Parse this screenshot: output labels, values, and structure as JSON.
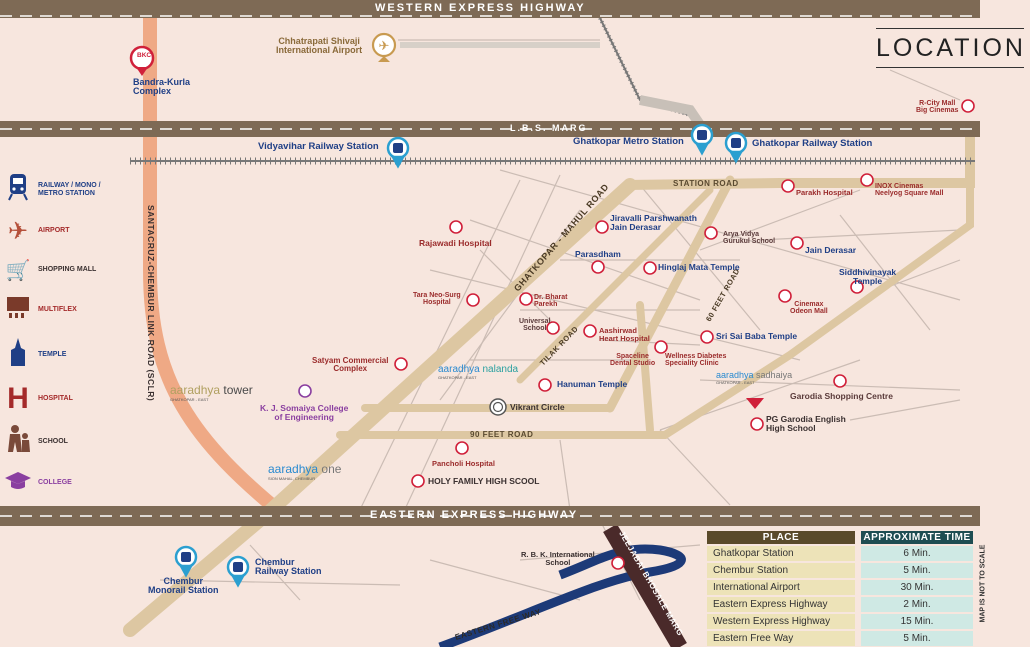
{
  "title": "LOCATION",
  "highways": {
    "western": "WESTERN EXPRESS HIGHWAY",
    "lbs": "L.B.S. MARG",
    "eastern": "EASTERN EXPRESS HIGHWAY",
    "eastern_free_way": "EASTERN FREE WAY",
    "jeejabai": "JEEJABAI BHOSALE MARG",
    "sclr": "SANTACRUZ-CHEMBUR LINK ROAD (SCLR)",
    "ghatkopar_mahul": "GHATKOPAR - MAHUL ROAD",
    "station_road": "STATION ROAD",
    "sixty_feet": "60 FEET ROAD",
    "ninety_feet": "90 FEET ROAD",
    "tilak": "TILAK ROAD"
  },
  "places": {
    "bkc_badge": "BKC",
    "bkc": "Bandra-Kurla\nComplex",
    "airport": "Chhatrapati Shivaji\nInternational Airport",
    "rcity": "R-City Mall\nBig Cinemas",
    "vidyavihar": "Vidyavihar Railway Station",
    "ghatkopar_metro": "Ghatkopar Metro Station",
    "ghatkopar_rail": "Ghatkopar Railway Station",
    "parakh": "Parakh Hospital",
    "inox": "INOX Cinemas\nNeelyog Square Mall",
    "jiravalli": "Jiravalli Parshwanath\nJain Derasar",
    "arya": "Arya Vidya\nGurukul School",
    "jain_derasar": "Jain Derasar",
    "rajawadi": "Rajawadi Hospital",
    "parasdham": "Parasdham",
    "hinglaj": "Hinglaj Mata Temple",
    "siddhivinayak": "Siddhivinayak\nTemple",
    "tara": "Tara Neo-Surg\nHospital",
    "bharat": "Dr. Bharat\nParekh",
    "universal": "Universal\nSchool",
    "cinemax": "Cinemax\nOdeon Mall",
    "aashirwad": "Aashirwad\nHeart Hospital",
    "saibaba": "Sri Sai Baba Temple",
    "spaceline": "Spaceline\nDental Studio",
    "wellness": "Wellness Diabetes\nSpeciality Clinic",
    "satyam": "Satyam Commercial\nComplex",
    "garodia_shop": "Garodia Shopping Centre",
    "hanuman": "Hanuman Temple",
    "vikrant": "Vikrant Circle",
    "pg_garodia": "PG Garodia English\nHigh School",
    "somaiya": "K. J. Somaiya College\nof Engineering",
    "pancholi": "Pancholi Hospital",
    "holy_family": "HOLY FAMILY HIGH SCOOL",
    "rbk": "R. B. K. International\nSchool",
    "chembur_mono": "Chembur\nMonorail Station",
    "chembur_rail": "Chembur\nRailway Station"
  },
  "projects": {
    "tower": {
      "name": "aaradhya",
      "suffix": "tower",
      "sub": "GHATKOPAR - EAST"
    },
    "nalanda": {
      "name": "aaradhya",
      "suffix": "nalanda",
      "sub": "GHATKOPAR - EAST"
    },
    "sadhaiya": {
      "name": "aaradhya",
      "suffix": "sadhaiya",
      "sub": "GHATKOPAR - EAST"
    },
    "one": {
      "name": "aaradhya",
      "suffix": "one",
      "sub": "SION MAHAL, CHEMBUR"
    }
  },
  "legend": [
    {
      "label": "RAILWAY / MONO /\nMETRO STATION",
      "icon": "train-icon"
    },
    {
      "label": "AIRPORT",
      "icon": "airplane-icon"
    },
    {
      "label": "SHOPPING MALL",
      "icon": "cart-icon"
    },
    {
      "label": "MULTIFLEX",
      "icon": "cinema-icon"
    },
    {
      "label": "TEMPLE",
      "icon": "temple-icon"
    },
    {
      "label": "HOSPITAL",
      "icon": "hospital-icon"
    },
    {
      "label": "SCHOOL",
      "icon": "school-icon"
    },
    {
      "label": "COLLEGE",
      "icon": "college-icon"
    }
  ],
  "table": {
    "place_header": "PLACE",
    "time_header": "APPROXIMATE TIME",
    "rows": [
      {
        "place": "Ghatkopar Station",
        "time": "6 Min."
      },
      {
        "place": "Chembur Station",
        "time": "5 Min."
      },
      {
        "place": "International Airport",
        "time": "30 Min."
      },
      {
        "place": "Eastern Express Highway",
        "time": "2 Min."
      },
      {
        "place": "Western Express Highway",
        "time": "15 Min."
      },
      {
        "place": "Eastern Free Way",
        "time": "5 Min."
      }
    ]
  },
  "scale_note": "MAP IS NOT TO SCALE",
  "colors": {
    "background": "#f7e6de",
    "highway": "#7e6a55",
    "road": "#ddc7a2",
    "sclr": "#efa985",
    "freeway": "#1d3a78",
    "rail": "#6b6b6b",
    "marker_red": "#d0203a",
    "marker_blue": "#2b9fd0",
    "table_place": "#5a4a2a",
    "table_time": "#1e4d52"
  }
}
